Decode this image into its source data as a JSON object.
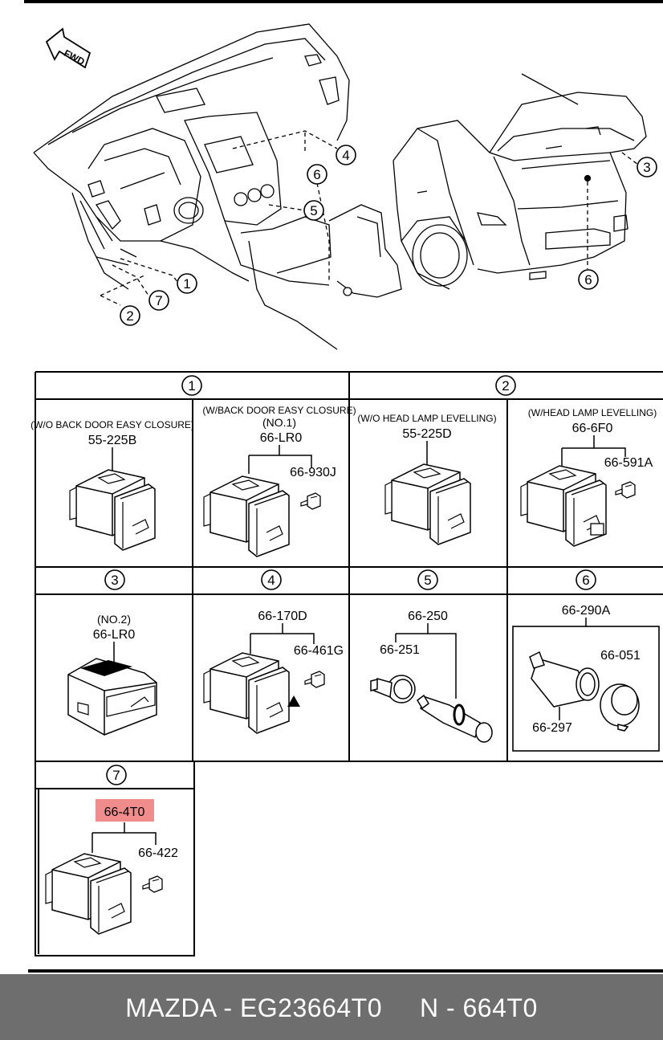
{
  "diagram": {
    "fwd_label": "FWD",
    "callouts": [
      "1",
      "2",
      "3",
      "4",
      "5",
      "6",
      "7",
      "6"
    ]
  },
  "table": {
    "sections": [
      {
        "number": "1",
        "cells": [
          {
            "note": "(W/O BACK DOOR EASY CLOSURE)",
            "part": "55-225B"
          },
          {
            "note": "(W/BACK DOOR EASY CLOSURE)",
            "sub": "(NO.1)",
            "part": "66-LR0",
            "extra": "66-930J"
          }
        ]
      },
      {
        "number": "2",
        "cells": [
          {
            "note": "(W/O HEAD LAMP LEVELLING)",
            "part": "55-225D"
          },
          {
            "note": "(W/HEAD LAMP LEVELLING)",
            "part": "66-6F0",
            "extra": "66-591A"
          }
        ]
      },
      {
        "number": "3",
        "sub": "(NO.2)",
        "part": "66-LR0"
      },
      {
        "number": "4",
        "part": "66-170D",
        "extra": "66-461G"
      },
      {
        "number": "5",
        "part": "66-250",
        "extra": "66-251"
      },
      {
        "number": "6",
        "part": "66-290A",
        "extra": "66-051",
        "extra2": "66-297"
      },
      {
        "number": "7",
        "part": "66-4T0",
        "extra": "66-422",
        "highlighted": true
      }
    ]
  },
  "footer": {
    "brand_part": "MAZDA - EG23664T0",
    "ref": "N - 664T0"
  },
  "colors": {
    "highlight": "#f08c8c",
    "footer_bg": "#6e6e6e"
  }
}
